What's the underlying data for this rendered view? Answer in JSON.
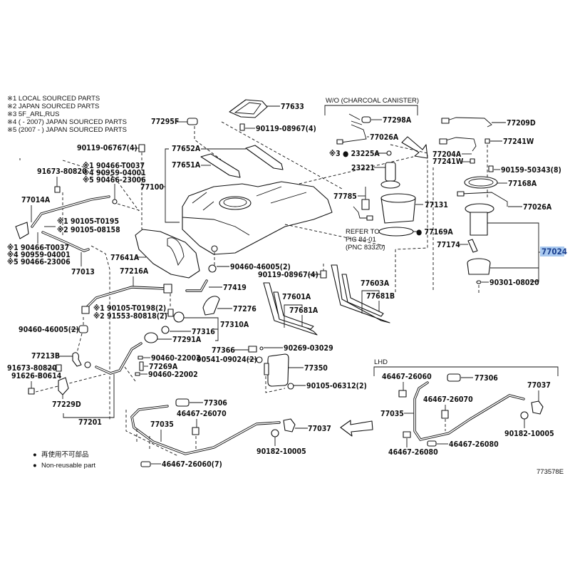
{
  "notes": [
    "※1 LOCAL SOURCED PARTS",
    "※2 JAPAN SOURCED PARTS",
    "※3 5F_ARL,RUS",
    "※4 (       - 2007) JAPAN SOURCED PARTS",
    "※5 (2007  -       ) JAPAN SOURCED PARTS"
  ],
  "legend": {
    "symbol": "●",
    "japanese": "再使用不可部品",
    "english": "Non-reusable part"
  },
  "illustration_number": "773578E",
  "section_headers": {
    "charcoal_canister": "W/O (CHARCOAL CANISTER)",
    "lhd": "LHD"
  },
  "refer_note": [
    "REFER TO",
    "FIG 84-01",
    "(PNC 83320)"
  ],
  "highlighted_part": "77024",
  "labels": {
    "p77295F": "77295F",
    "p77633": "77633",
    "p90119_08967_top": "90119-08967(4)",
    "p90119_06767": "90119-06767(4)",
    "p77652A": "77652A",
    "p77651A": "77651A",
    "p77100": "77100",
    "p91673_80820_top": "91673-80820",
    "n_ins1_top": "※1 90466-T0037",
    "n_ins4_top": "※4 90959-04001",
    "n_ins5_top": "※5 90466-23006",
    "p77014A": "77014A",
    "n_90105_T0195": "※1 90105-T0195",
    "n_90105_08158": "※2 90105-08158",
    "n_ins1_bot": "※1 90466-T0037",
    "n_ins4_bot": "※4 90959-04001",
    "n_ins5_bot": "※5 90466-23006",
    "p77013": "77013",
    "p77641A": "77641A",
    "p77216A": "77216A",
    "n_90105_T0198": "※1 90105-T0198(2)",
    "n_91553_80818": "※2 91553-80818(2)",
    "p90460_46005_left": "90460-46005(2)",
    "p90460_46005_right": "90460-46005(2)",
    "p77419": "77419",
    "p77276": "77276",
    "p77310A": "77310A",
    "p77316": "77316",
    "p77291A": "77291A",
    "p77213B": "77213B",
    "p91673_80820_bot": "91673-80820",
    "p91626_B0614": "91626-B0614",
    "p77229D": "77229D",
    "p77201": "77201",
    "p90460_22002_a": "90460-22002",
    "p77269A": "77269A",
    "p90460_22002_b": "90460-22002",
    "p77298A": "77298A",
    "p77026A_left": "77026A",
    "n_23225A": "※3 ● 23225A",
    "p23221": "23221",
    "p77785": "77785",
    "p77131": "77131",
    "p77169A": "● 77169A",
    "p90119_08967_mid": "90119-08967(4)",
    "p77603A": "77603A",
    "p77681B": "77681B",
    "p77601A": "77601A",
    "p77681A": "77681A",
    "p77209D": "77209D",
    "p77241W_r": "77241W",
    "p77204A": "77204A",
    "p77241W_l": "77241W",
    "p90159_50343": "90159-50343(8)",
    "p77168A": "77168A",
    "p77026A_right": "77026A",
    "p77174": "77174",
    "p77024": "77024",
    "p90301_08020": "90301-08020",
    "p77366": "77366",
    "p90269_03029": "90269-03029",
    "p90541_09024": "90541-09024(2)",
    "p77350": "77350",
    "p90105_06312": "90105-06312(2)",
    "b77306": "77306",
    "b46467_26070": "46467-26070",
    "b77035": "77035",
    "b77037": "77037",
    "b90182_10005": "90182-10005",
    "b46467_26060": "46467-26060(7)",
    "l46467_26060": "46467-26060",
    "l77306": "77306",
    "l46467_26070": "46467-26070",
    "l77035": "77035",
    "l77037": "77037",
    "l90182_10005": "90182-10005",
    "l46467_26080_a": "46467-26080",
    "l46467_26080_b": "46467-26080"
  }
}
